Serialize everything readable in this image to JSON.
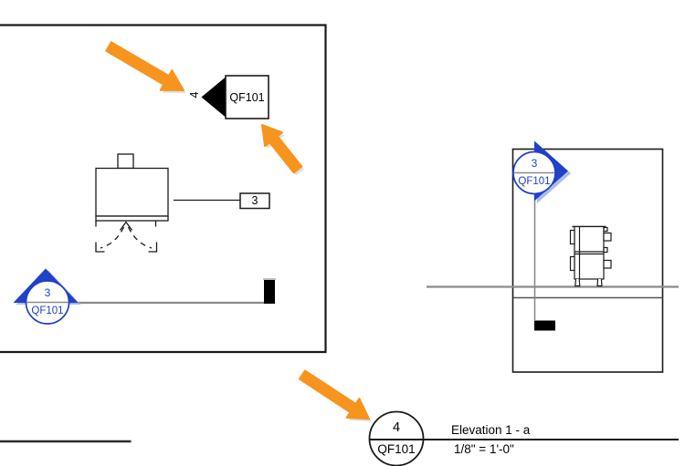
{
  "app": {
    "description": "CAD drafting view with elevation markers and view title callout"
  },
  "colors": {
    "accent_orange": "#F7941E",
    "marker_blue": "#2041C8",
    "marker_blue_shadow": "#9FB0E6",
    "ink": "#1A1A1A",
    "reference_gray": "#808080"
  },
  "left_viewport": {
    "black_elevation_marker": {
      "number": "4",
      "sheet": "QF101"
    },
    "equipment_tag": {
      "label": "3"
    },
    "blue_elevation_marker": {
      "number": "3",
      "sheet": "QF101"
    }
  },
  "right_viewport": {
    "blue_elevation_marker": {
      "number": "3",
      "sheet": "QF101"
    }
  },
  "view_title": {
    "detail_number": "4",
    "sheet_number": "QF101",
    "view_name": "Elevation 1 - a",
    "view_scale": "1/8\" = 1'-0\""
  }
}
